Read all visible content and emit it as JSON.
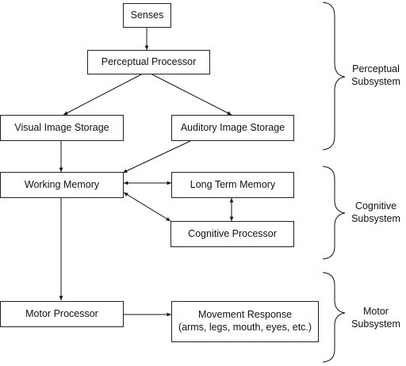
{
  "boxes": {
    "senses": "Senses",
    "perceptual_processor": "Perceptual Processor",
    "visual_image_storage": "Visual Image Storage",
    "auditory_image_storage": "Auditory Image Storage",
    "working_memory": "Working Memory",
    "long_term_memory": "Long Term Memory",
    "cognitive_processor": "Cognitive Processor",
    "motor_processor": "Motor Processor",
    "movement_response_line1": "Movement Response",
    "movement_response_line2": "(arms, legs, mouth, eyes, etc.)"
  },
  "groups": {
    "perceptual": [
      "Perceptual",
      "Subsystem"
    ],
    "cognitive": [
      "Cognitive",
      "Subsystem"
    ],
    "motor": [
      "Motor",
      "Subsystem"
    ]
  }
}
